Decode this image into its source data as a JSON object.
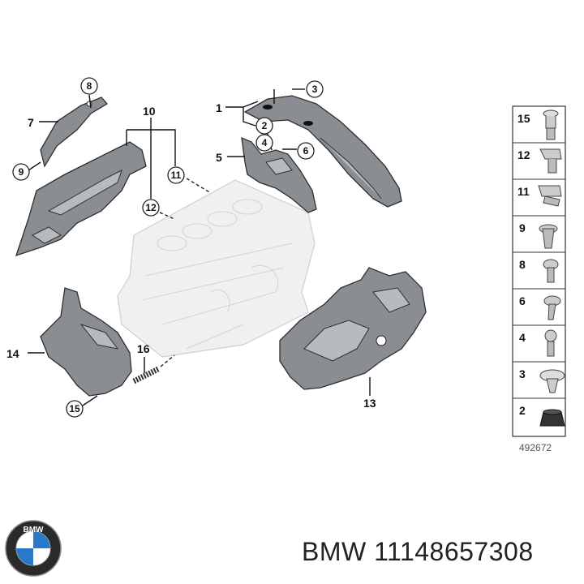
{
  "callouts": [
    {
      "id": "1",
      "label": "1"
    },
    {
      "id": "2",
      "label": "2"
    },
    {
      "id": "3",
      "label": "3"
    },
    {
      "id": "4",
      "label": "4"
    },
    {
      "id": "5",
      "label": "5"
    },
    {
      "id": "6",
      "label": "6"
    },
    {
      "id": "7",
      "label": "7"
    },
    {
      "id": "8",
      "label": "8"
    },
    {
      "id": "9",
      "label": "9"
    },
    {
      "id": "10",
      "label": "10"
    },
    {
      "id": "11",
      "label": "11"
    },
    {
      "id": "12",
      "label": "12"
    },
    {
      "id": "13",
      "label": "13"
    },
    {
      "id": "14",
      "label": "14"
    },
    {
      "id": "15",
      "label": "15"
    },
    {
      "id": "16",
      "label": "16"
    }
  ],
  "legend": [
    "15",
    "12",
    "11",
    "9",
    "8",
    "6",
    "4",
    "3",
    "2"
  ],
  "reference_number": "492672",
  "caption": "BMW 11148657308",
  "logo_text": "BMW",
  "colors": {
    "part_gray": "#8a8d91",
    "engine_block": "#f0f0f0",
    "bmw_blue": "#2a78c8"
  }
}
